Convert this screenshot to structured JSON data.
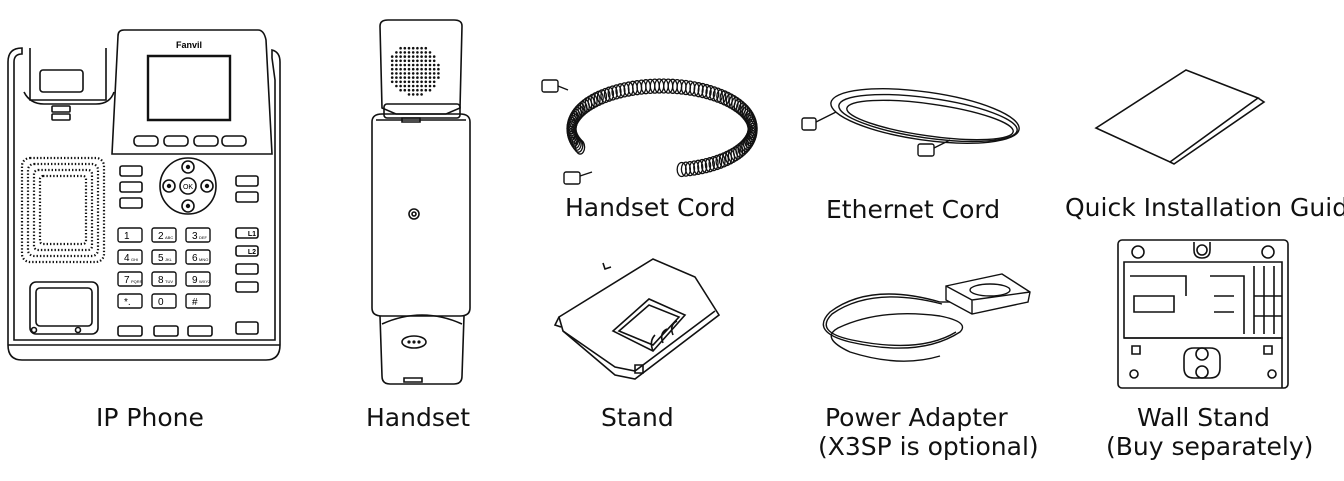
{
  "brand": "Fanvil",
  "items": {
    "ip_phone": {
      "label": "IP Phone"
    },
    "handset": {
      "label": "Handset"
    },
    "handset_cord": {
      "label": "Handset Cord"
    },
    "stand": {
      "label": "Stand"
    },
    "ethernet_cord": {
      "label": "Ethernet Cord"
    },
    "power_adapter": {
      "label": "Power Adapter",
      "note": "(X3SP is optional)"
    },
    "quick_guide": {
      "label": "Quick Installation Guide"
    },
    "wall_stand": {
      "label": "Wall Stand",
      "note": "(Buy separately)"
    }
  },
  "keypad": [
    "1",
    "2",
    "3",
    "4",
    "5",
    "6",
    "7",
    "8",
    "9",
    "*.",
    "0",
    "#"
  ],
  "keypad_sub": [
    "",
    "ABC",
    "DEF",
    "GHI",
    "JKL",
    "MNO",
    "PQRS",
    "TUV",
    "WXYZ",
    "",
    "",
    ""
  ],
  "line_keys": [
    "L1",
    "L2"
  ],
  "nav_ok": "OK"
}
